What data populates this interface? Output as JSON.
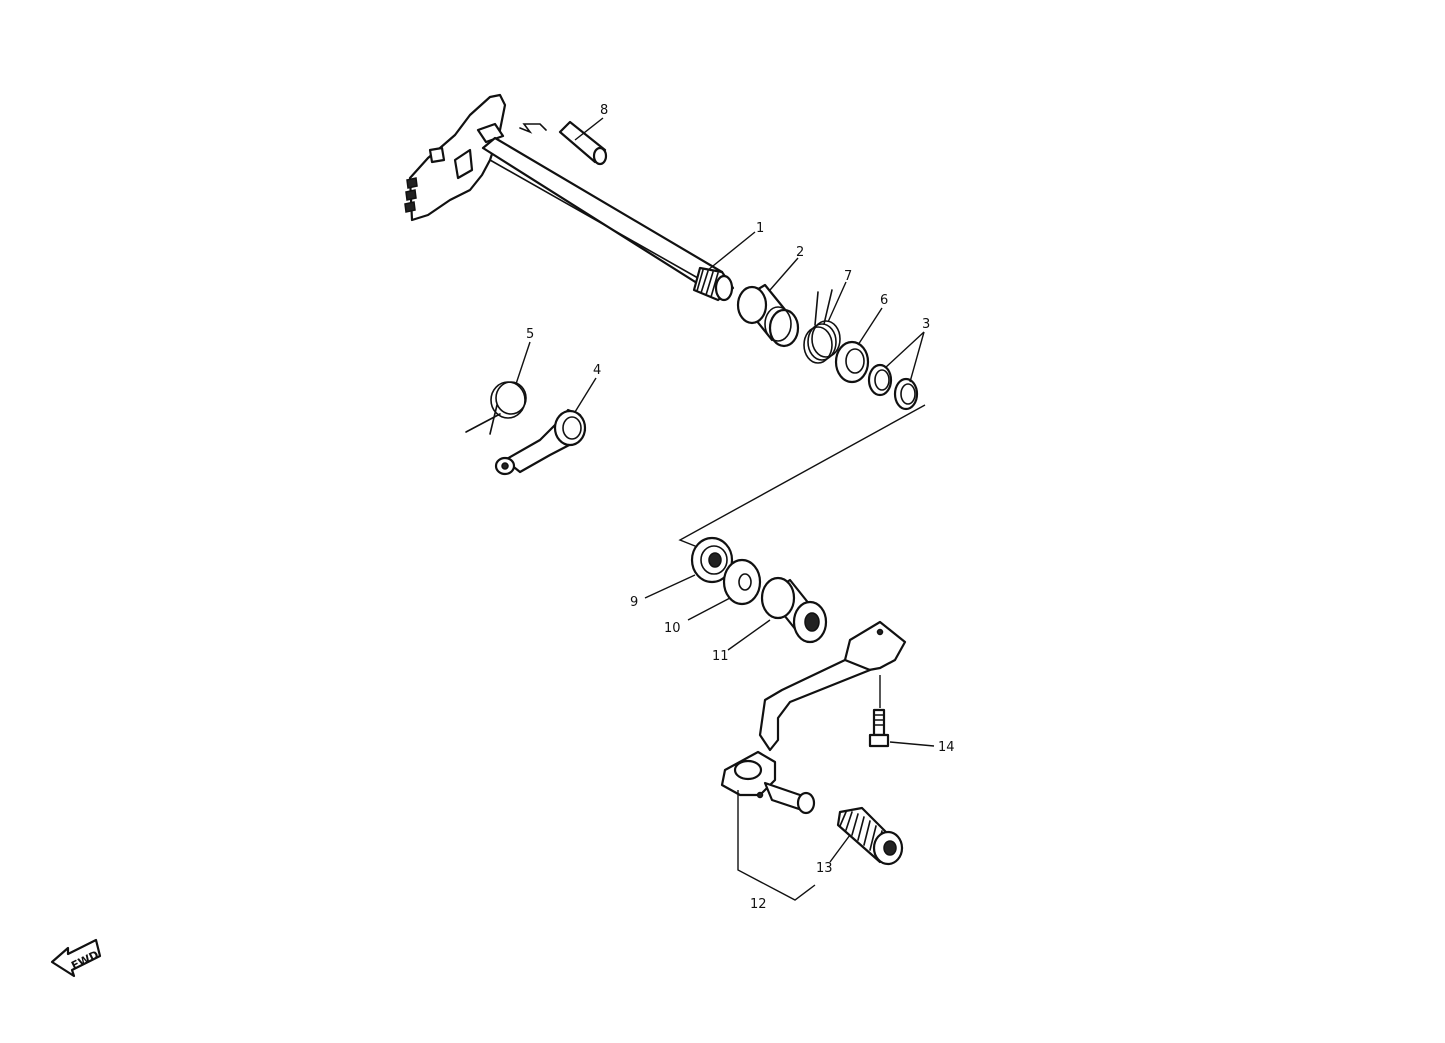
{
  "callouts": [
    {
      "id": "1",
      "text": "1"
    },
    {
      "id": "2",
      "text": "2"
    },
    {
      "id": "3",
      "text": "3"
    },
    {
      "id": "4",
      "text": "4"
    },
    {
      "id": "5",
      "text": "5"
    },
    {
      "id": "6",
      "text": "6"
    },
    {
      "id": "7",
      "text": "7"
    },
    {
      "id": "8",
      "text": "8"
    },
    {
      "id": "9",
      "text": "9"
    },
    {
      "id": "10",
      "text": "10"
    },
    {
      "id": "11",
      "text": "11"
    },
    {
      "id": "12",
      "text": "12"
    },
    {
      "id": "13",
      "text": "13"
    },
    {
      "id": "14",
      "text": "14"
    }
  ],
  "direction_marker": {
    "text": "FWD",
    "icon": "arrow-left-icon"
  }
}
